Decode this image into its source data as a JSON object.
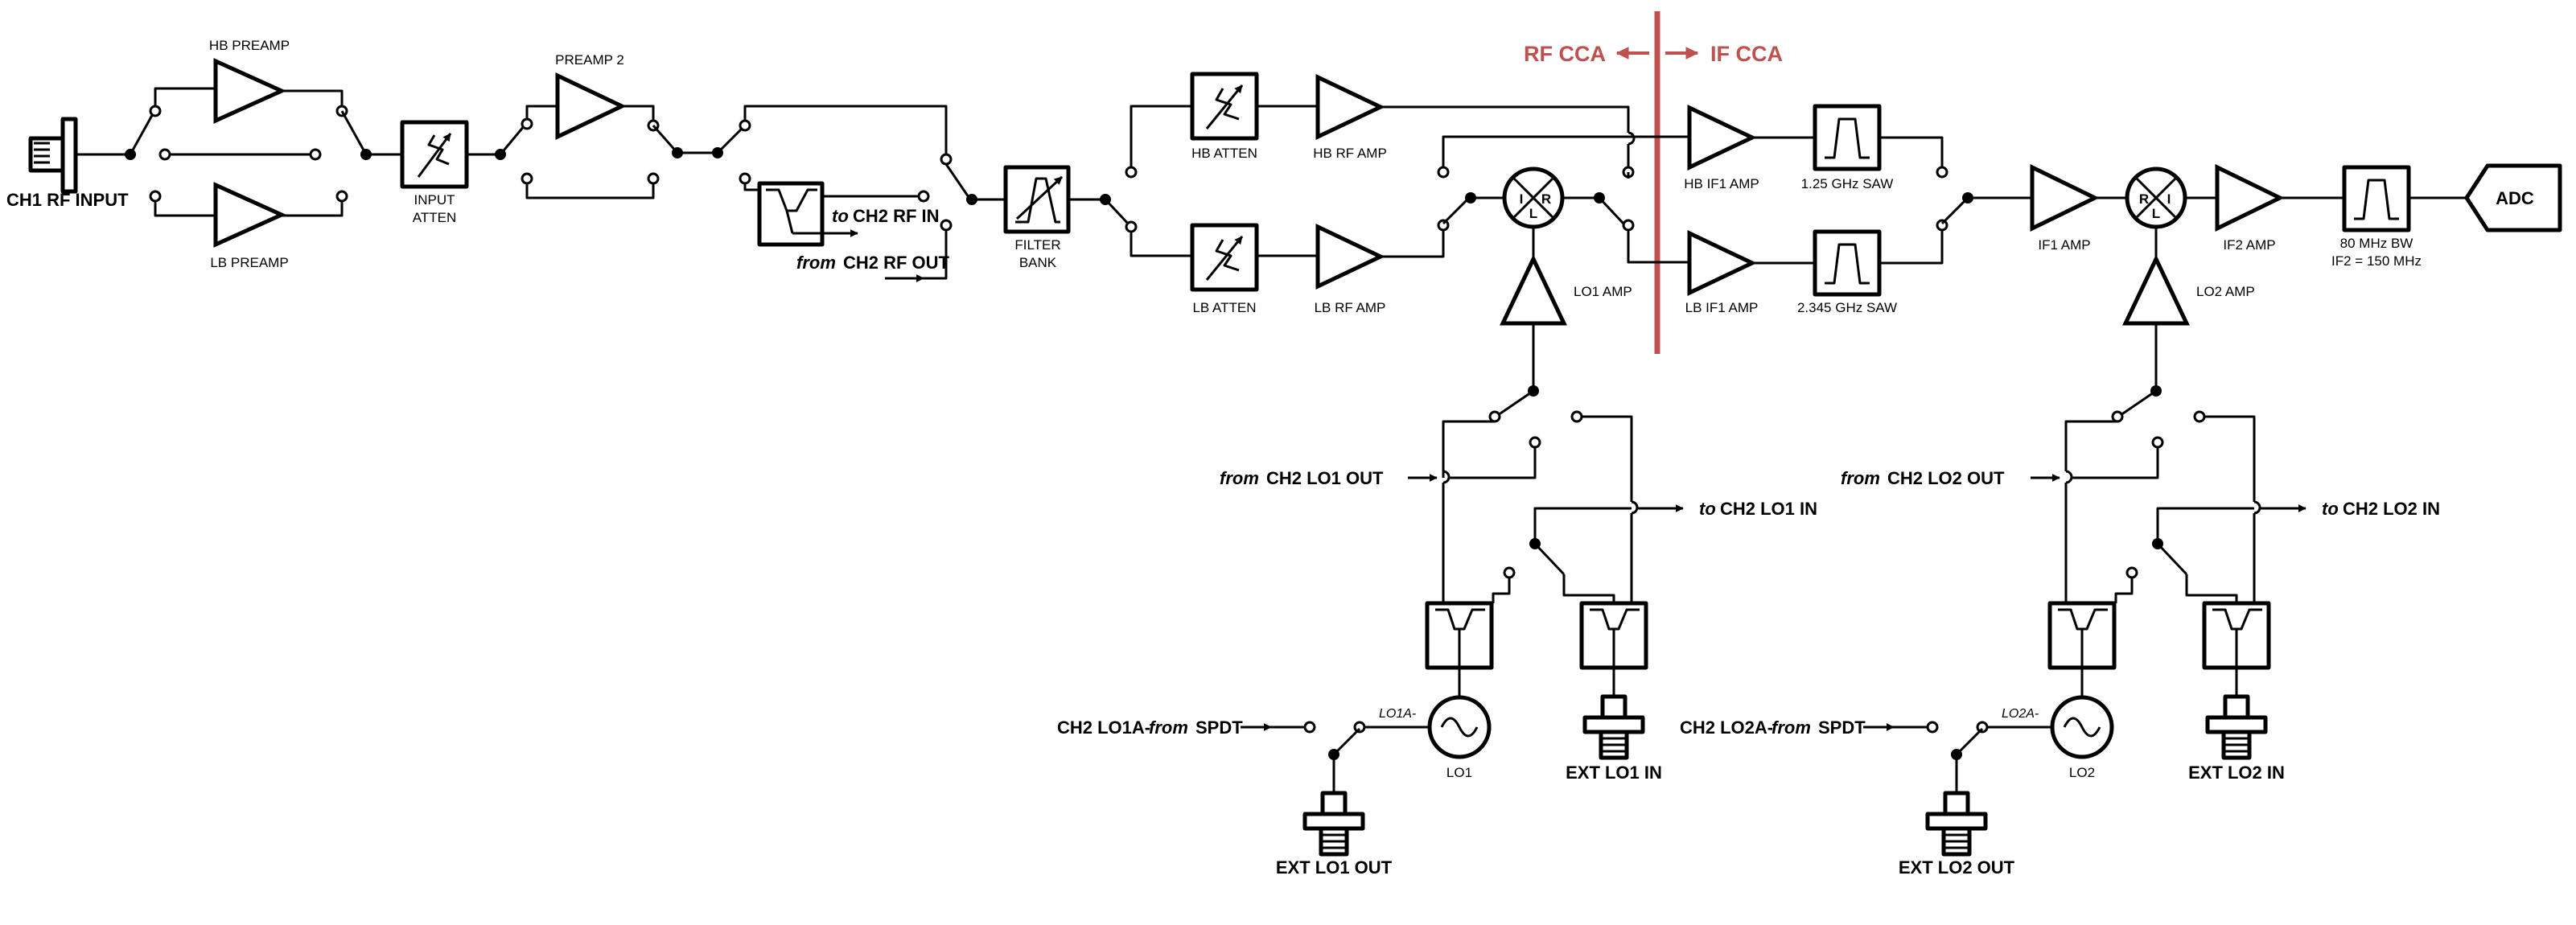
{
  "diagram": {
    "labels": {
      "ch1_rf_input": "CH1 RF INPUT",
      "hb_preamp": "HB PREAMP",
      "lb_preamp": "LB PREAMP",
      "input_atten_1": "INPUT",
      "input_atten_2": "ATTEN",
      "preamp2": "PREAMP 2",
      "filter_bank_1": "FILTER",
      "filter_bank_2": "BANK",
      "hb_atten": "HB ATTEN",
      "lb_atten": "LB ATTEN",
      "hb_rf_amp": "HB RF AMP",
      "lb_rf_amp": "LB RF AMP",
      "lo1_amp": "LO1 AMP",
      "hb_if1_amp": "HB IF1 AMP",
      "lb_if1_amp": "LB IF1 AMP",
      "saw_hb": "1.25 GHz SAW",
      "saw_lb": "2.345 GHz SAW",
      "if1_amp": "IF1 AMP",
      "lo2_amp": "LO2 AMP",
      "if2_amp": "IF2 AMP",
      "bw_80": "80 MHz BW",
      "if2_freq": "IF2 = 150 MHz",
      "adc": "ADC",
      "rf_cca": "RF CCA",
      "if_cca": "IF CCA",
      "to_word": "to",
      "from_word": "from",
      "ch2_rf_in": "CH2 RF IN",
      "ch2_rf_out": "CH2 RF OUT",
      "ch2_lo1_out": "CH2 LO1 OUT",
      "ch2_lo1_in": "CH2 LO1 IN",
      "ch2_lo2_out": "CH2 LO2 OUT",
      "ch2_lo2_in": "CH2 LO2 IN",
      "ch2_lo1a": "CH2 LO1A-",
      "ch2_lo2a": "CH2 LO2A-",
      "spdt": "SPDT",
      "lo1a_tag": "LO1A-",
      "lo2a_tag": "LO2A-",
      "lo1": "LO1",
      "lo2": "LO2",
      "ext_lo1_in": "EXT LO1 IN",
      "ext_lo2_in": "EXT LO2 IN",
      "ext_lo1_out": "EXT LO1 OUT",
      "ext_lo2_out": "EXT LO2 OUT",
      "mixer_i": "I",
      "mixer_r": "R",
      "mixer_l": "L"
    },
    "colors": {
      "boundary": "#c0504d",
      "line": "#000000"
    }
  }
}
